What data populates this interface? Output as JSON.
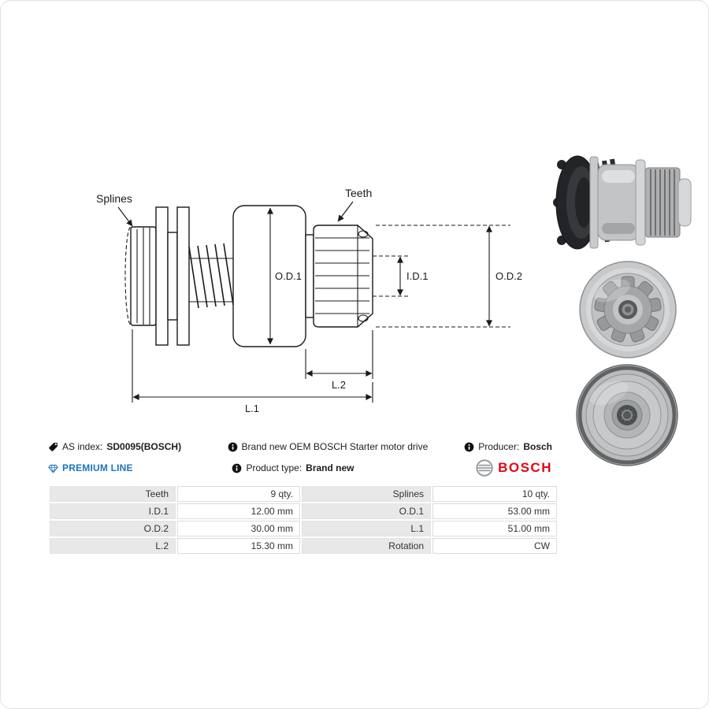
{
  "diagram": {
    "labels": {
      "splines": "Splines",
      "teeth": "Teeth",
      "od1": "O.D.1",
      "id1": "I.D.1",
      "od2": "O.D.2",
      "l2": "L.2",
      "l1": "L.1"
    }
  },
  "info": {
    "as_index_label": "AS index:",
    "as_index_value": "SD0095(BOSCH)",
    "description": "Brand new OEM BOSCH Starter motor drive",
    "producer_label": "Producer:",
    "producer_value": "Bosch",
    "premium_line_label": "PREMIUM LINE",
    "product_type_label": "Product type:",
    "product_type_value": "Brand new",
    "bosch_logo_text": "BOSCH"
  },
  "spec_table": {
    "rows": [
      [
        "Teeth",
        "9 qty.",
        "Splines",
        "10 qty."
      ],
      [
        "I.D.1",
        "12.00 mm",
        "O.D.1",
        "53.00 mm"
      ],
      [
        "O.D.2",
        "30.00 mm",
        "L.1",
        "51.00 mm"
      ],
      [
        "L.2",
        "15.30 mm",
        "Rotation",
        "CW"
      ]
    ]
  },
  "colors": {
    "premium_blue": "#1c75bc",
    "bosch_red": "#e30613",
    "table_label_bg": "#e8e8e8",
    "table_border": "#dcdcdc",
    "line_color": "#1a1a1a"
  }
}
